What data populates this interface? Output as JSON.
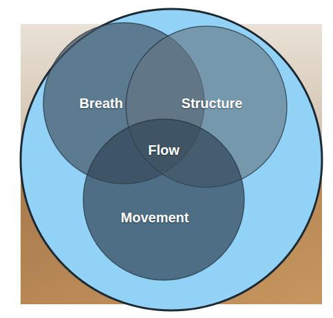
{
  "diagram": {
    "nodes": [
      {
        "text": [
          "Breath"
        ]
      },
      {
        "text": [
          "Structure"
        ]
      },
      {
        "text": [
          "Movement"
        ]
      }
    ],
    "labels": [
      "Flow"
    ]
  }
}
